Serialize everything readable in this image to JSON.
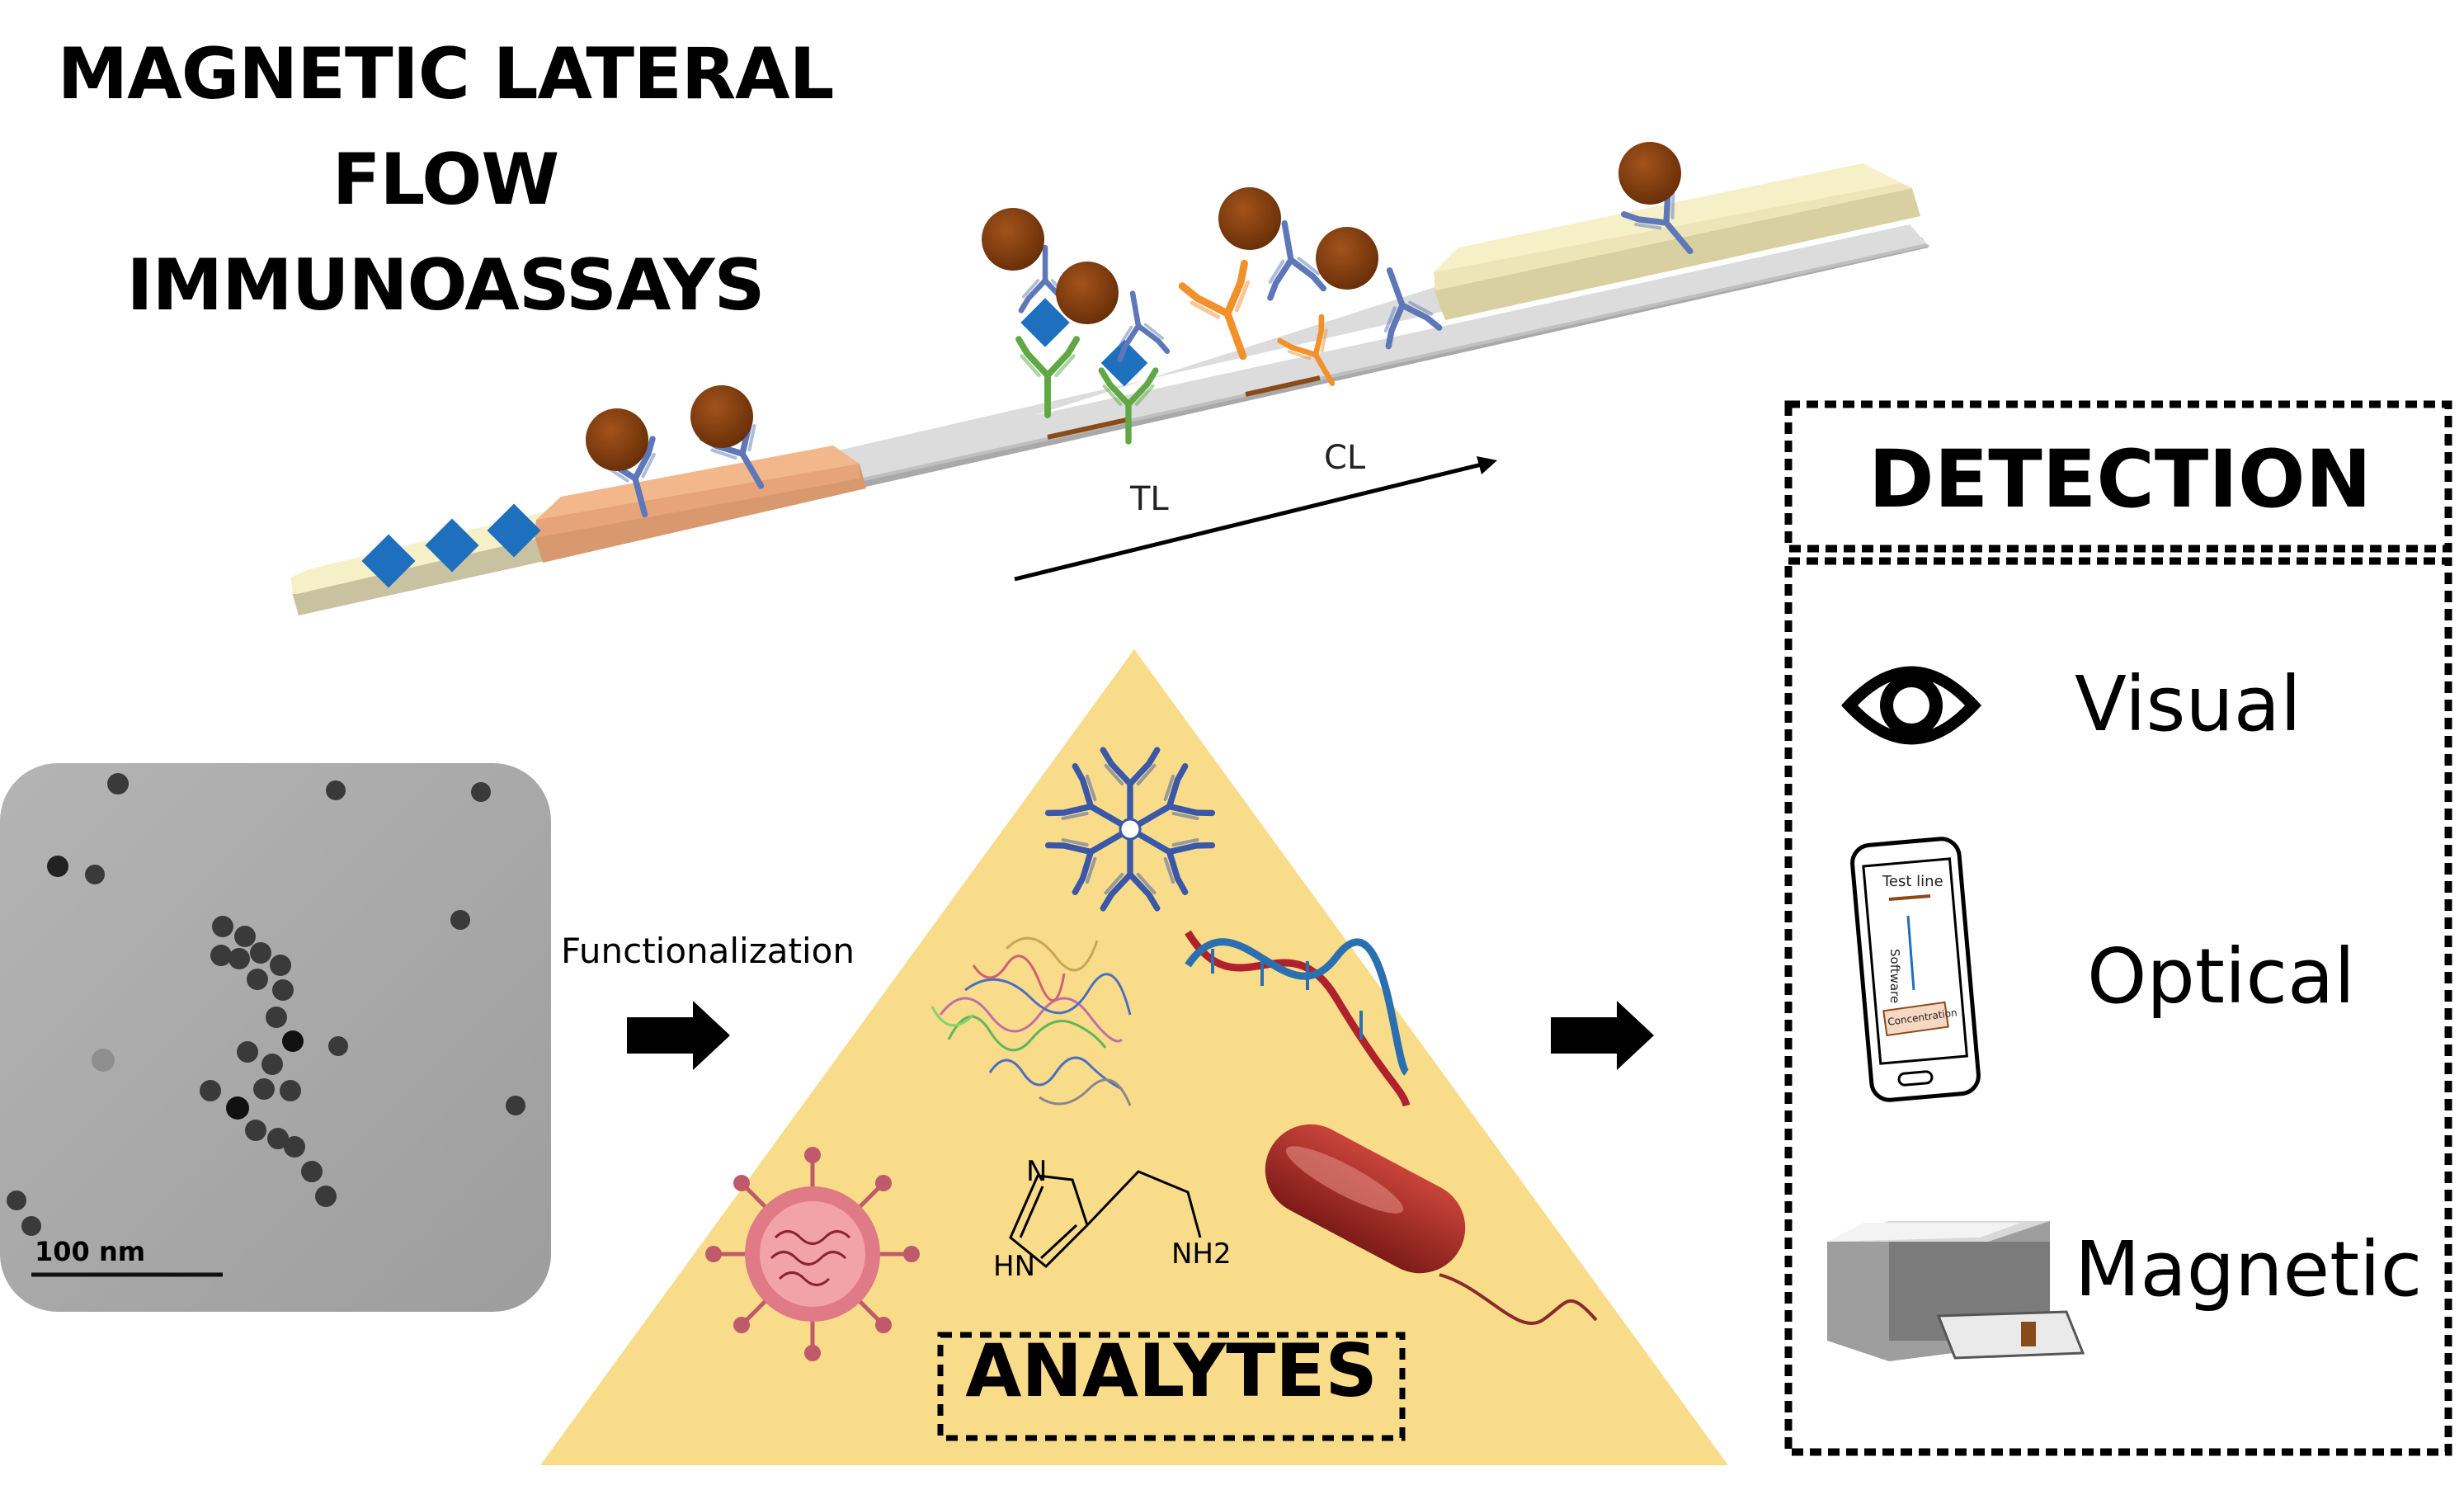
{
  "title": {
    "line1": "MAGNETIC LATERAL",
    "line2": "FLOW",
    "line3": "IMMUNOASSAYS"
  },
  "strip": {
    "test_line_label": "TL",
    "control_line_label": "CL"
  },
  "nanoparticles": {
    "scale_bar_label": "100 nm",
    "arrow_label": "Functionalization"
  },
  "analytes": {
    "label": "ANALYTES",
    "molecule_n": "N",
    "molecule_hn": "HN",
    "molecule_nh2": "NH2"
  },
  "detection": {
    "title": "DETECTION",
    "methods": [
      {
        "label": "Visual",
        "icon": "eye-icon"
      },
      {
        "label": "Optical",
        "icon": "smartphone-icon"
      },
      {
        "label": "Magnetic",
        "icon": "magnetic-reader-icon"
      }
    ],
    "phone_test_line": "Test line",
    "phone_software": "Software",
    "phone_concentration": "Concentration"
  },
  "colors": {
    "nanoparticle": "#7a3a0e",
    "analyte": "#1f6fbf",
    "capture_antibody": "#5fa845",
    "control_antibody": "#f2902c",
    "detection_antibody": "#5e77b8",
    "pad": "#f6f0c8",
    "conjugate_pad": "#f3b78c",
    "membrane": "#dcdcdc",
    "triangle": "#f8dc8a"
  }
}
